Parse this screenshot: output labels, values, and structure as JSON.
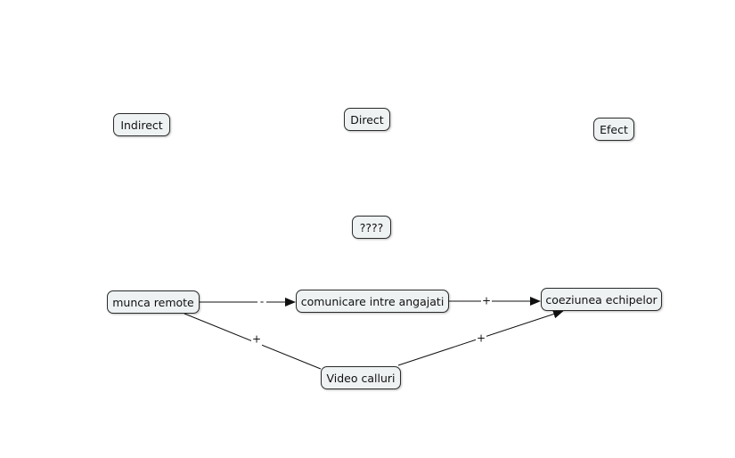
{
  "nodes": {
    "indirect": "Indirect",
    "direct": "Direct",
    "efect": "Efect",
    "unknown": "????",
    "munca_remote": "munca remote",
    "comunicare": "comunicare intre angajati",
    "coeziunea": "coeziunea echipelor",
    "video_calluri": "Video calluri"
  },
  "edges": {
    "munca_to_comunicare": "-",
    "comunicare_to_coeziunea": "+",
    "munca_to_video": "+",
    "video_to_coeziunea": "+"
  },
  "colors": {
    "node_fill": "#eef2f3",
    "node_border": "#2b2b2b",
    "edge": "#111111"
  }
}
